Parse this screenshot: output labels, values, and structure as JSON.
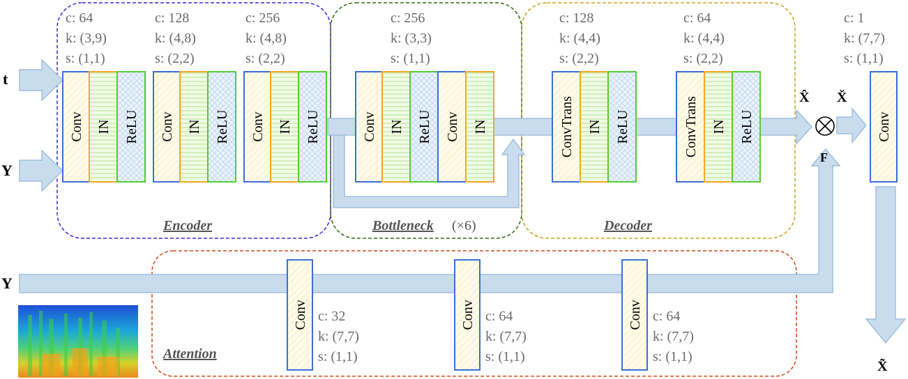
{
  "inputs": {
    "t": "t",
    "y_top": "Y",
    "y_bottom": "Y"
  },
  "groups": {
    "encoder": "Encoder",
    "bottleneck": "Bottleneck",
    "bottleneck_repeat": "(×6)",
    "decoder": "Decoder",
    "attention": "Attention"
  },
  "layers": {
    "conv": "Conv",
    "in": "IN",
    "relu": "ReLU",
    "convtrans": "ConvTrans"
  },
  "params": {
    "enc1": {
      "c": "c: 64",
      "k": "k: (3,9)",
      "s": "s: (1,1)"
    },
    "enc2": {
      "c": "c: 128",
      "k": "k: (4,8)",
      "s": "s: (2,2)"
    },
    "enc3": {
      "c": "c: 256",
      "k": "k: (4,8)",
      "s": "s: (2,2)"
    },
    "bott": {
      "c": "c: 256",
      "k": "k: (3,3)",
      "s": "s: (1,1)"
    },
    "dec1": {
      "c": "c: 128",
      "k": "k: (4,4)",
      "s": "s: (2,2)"
    },
    "dec2": {
      "c": "c: 64",
      "k": "k: (4,4)",
      "s": "s: (2,2)"
    },
    "out": {
      "c": "c: 1",
      "k": "k: (7,7)",
      "s": "s: (1,1)"
    },
    "att1": {
      "c": "c: 32",
      "k": "k: (7,7)",
      "s": "s: (1,1)"
    },
    "att2": {
      "c": "c: 64",
      "k": "k: (7,7)",
      "s": "s: (1,1)"
    },
    "att3": {
      "c": "c: 64",
      "k": "k: (7,7)",
      "s": "s: (1,1)"
    }
  },
  "symbols": {
    "x_hat": "X̂",
    "x_breve": "X̆",
    "x_tilde": "X̃",
    "otimes": "⊗",
    "f": "F"
  },
  "colors": {
    "arrow_fill": "#c9dcee",
    "arrow_stroke": "#9fbfdb",
    "conv_border": "#3a6fd8",
    "in_border": "#f5a623",
    "relu_border": "#55cc33",
    "encoder_box": "#4a1fd6",
    "bottleneck_box": "#2f6b10",
    "decoder_box": "#c9a31a",
    "attention_box": "#d04a1a"
  }
}
